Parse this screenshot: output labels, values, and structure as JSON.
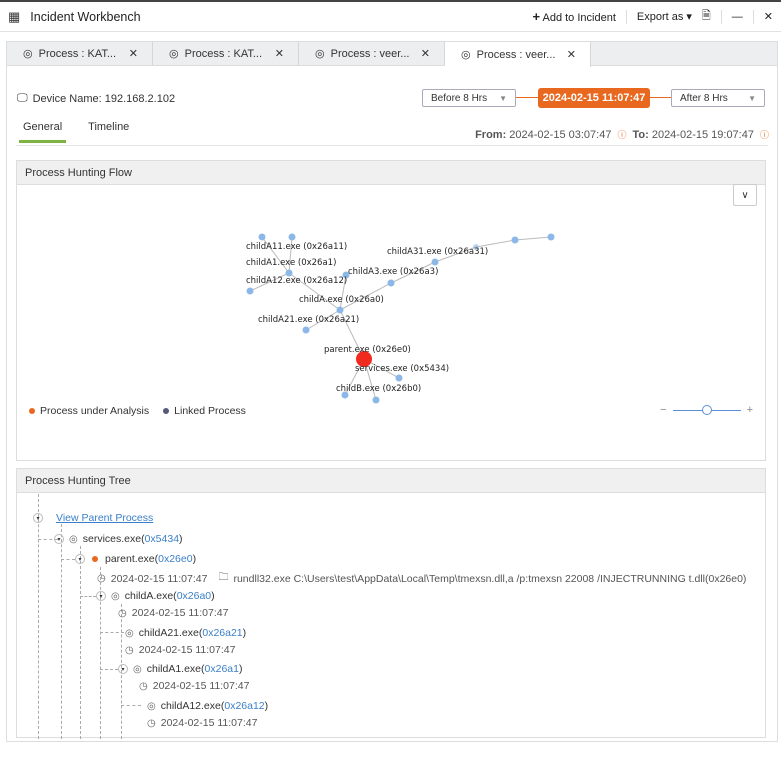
{
  "window": {
    "title": "Incident Workbench",
    "add_to_incident": "Add to Incident",
    "export_as": "Export as"
  },
  "tabs": [
    {
      "label": "Process : KAT..."
    },
    {
      "label": "Process : KAT..."
    },
    {
      "label": "Process : veer..."
    },
    {
      "label": "Process : veer..."
    }
  ],
  "device": {
    "label": "Device Name: 192.168.2.102"
  },
  "time": {
    "before": "Before 8 Hrs",
    "center": "2024-02-15 11:07:47",
    "after": "After 8 Hrs"
  },
  "subtabs": [
    {
      "label": "General"
    },
    {
      "label": "Timeline"
    }
  ],
  "range": {
    "from_label": "From:",
    "from": "2024-02-15 03:07:47",
    "to_label": "To:",
    "to": "2024-02-15 19:07:47"
  },
  "flow": {
    "title": "Process Hunting Flow",
    "nodes": [
      "childA11.exe (0x26a11)",
      "childA1.exe (0x26a1)",
      "childA12.exe (0x26a12)",
      "childA3.exe (0x26a3)",
      "childA31.exe (0x26a31)",
      "childA.exe (0x26a0)",
      "childA21.exe (0x26a21)",
      "parent.exe (0x26e0)",
      "services.exe (0x5434)",
      "childB.exe (0x26b0)"
    ],
    "legend": {
      "analysis": "Process under Analysis",
      "linked": "Linked Process"
    },
    "colors": {
      "analysis": "#e8681f",
      "linked": "#555a7a",
      "node": "#8cb8e8",
      "target": "#f02a1e"
    }
  },
  "tree": {
    "title": "Process Hunting Tree",
    "view_parent": "View Parent Process",
    "items": [
      {
        "name": "services.exe(",
        "pid": "0x5434",
        "close": ")"
      },
      {
        "name": "parent.exe(",
        "pid": "0x26e0",
        "close": ")",
        "time": "2024-02-15 11:07:47",
        "cmd": "rundll32.exe C:\\Users\\test\\AppData\\Local\\Temp\\tmexsn.dll,a /p:tmexsn 22008 /INJECTRUNNING t.dll(0x26e0)"
      },
      {
        "name": "childA.exe(",
        "pid": "0x26a0",
        "close": ")",
        "time": "2024-02-15 11:07:47"
      },
      {
        "name": "childA21.exe(",
        "pid": "0x26a21",
        "close": ")",
        "time": "2024-02-15 11:07:47"
      },
      {
        "name": "childA1.exe(",
        "pid": "0x26a1",
        "close": ")",
        "time": "2024-02-15 11:07:47"
      },
      {
        "name": "childA12.exe(",
        "pid": "0x26a12",
        "close": ")",
        "time": "2024-02-15 11:07:47"
      }
    ]
  }
}
